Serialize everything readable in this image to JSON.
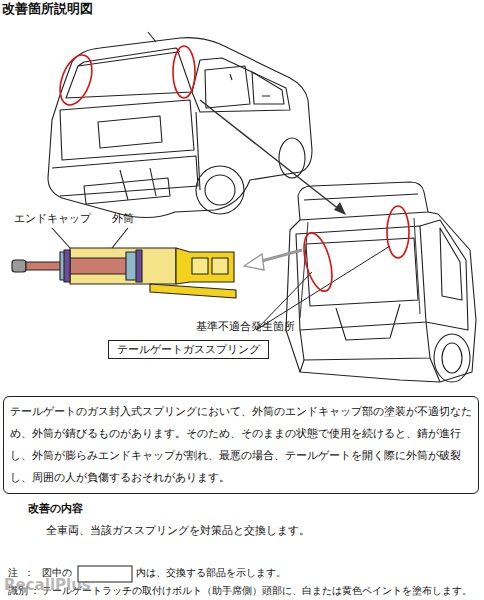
{
  "diagram": {
    "title": "改善箇所説明図",
    "nodes": [
      {
        "text": [
          "テールゲートガススプリング"
        ]
      },
      {
        "text": [
          "テールゲートのガス封入式スプリングにおいて、外筒のエンドキャップ部の塗装が不適切なため、外筒が錆びるものがあります。そのため、そのままの状態で使用を続けると、錆が進行し、外筒が膨らみエンドキャップが割れ、最悪の場合、テールゲートを開く際に外筒が破裂し、周囲の人が負傷するおそれがあります。"
        ]
      }
    ],
    "labels": [
      "エンドキャップ",
      "外筒",
      "基準不適合発生箇所",
      "改善の内容",
      "全車両、当該ガススプリングを対策品と交換します。",
      "注",
      "：",
      "図中の",
      "内は、交換する部品を示します。",
      "識別",
      "：",
      "テールゲートラッチの取付けボルト（助手席側）頭部に、白または黄色ペイントを塗布します。",
      "RecallPlus"
    ]
  }
}
